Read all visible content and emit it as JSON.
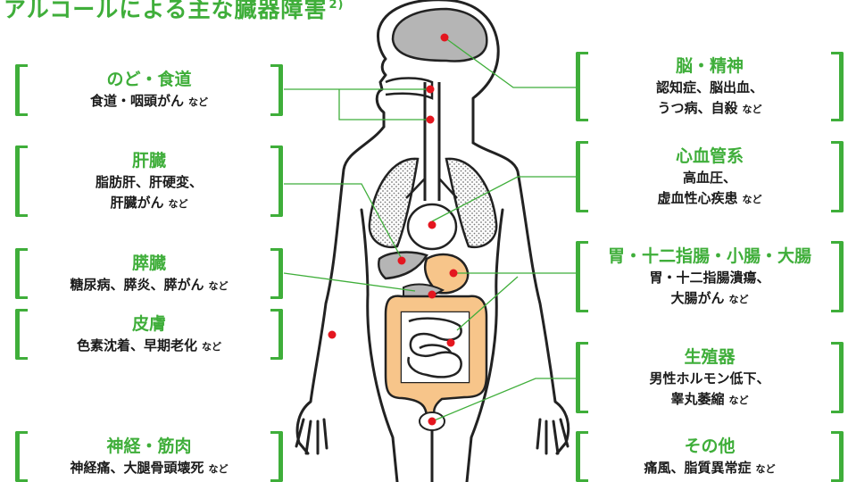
{
  "title": "アルコールによる主な臓器障害",
  "title_ref": "2)",
  "colors": {
    "accent": "#3fae3a",
    "marker": "#e4161f",
    "organ_orange": "#f7c58a",
    "organ_gray": "#b5b5b5",
    "outline": "#222222"
  },
  "left_boxes": [
    {
      "category": "のど・食道",
      "lines": [
        "食道・咽頭がん"
      ],
      "suffix": "など"
    },
    {
      "category": "肝臓",
      "lines": [
        "脂肪肝、肝硬変、",
        "肝臓がん"
      ],
      "suffix": "など"
    },
    {
      "category": "膵臓",
      "lines": [
        "糖尿病、膵炎、膵がん"
      ],
      "suffix": "など"
    },
    {
      "category": "皮膚",
      "lines": [
        "色素沈着、早期老化"
      ],
      "suffix": "など"
    },
    {
      "category": "神経・筋肉",
      "lines": [
        "神経痛、大腿骨頭壊死"
      ],
      "suffix": "など"
    }
  ],
  "right_boxes": [
    {
      "category": "脳・精神",
      "lines": [
        "認知症、脳出血、",
        "うつ病、自殺"
      ],
      "suffix": "など"
    },
    {
      "category": "心血管系",
      "lines": [
        "高血圧、",
        "虚血性心疾患"
      ],
      "suffix": "など"
    },
    {
      "category": "胃・十二指腸・小腸・大腸",
      "lines": [
        "胃・十二指腸潰瘍、",
        "大腸がん"
      ],
      "suffix": "など"
    },
    {
      "category": "生殖器",
      "lines": [
        "男性ホルモン低下、",
        "睾丸萎縮"
      ],
      "suffix": "など"
    },
    {
      "category": "その他",
      "lines": [
        "痛風、脂質異常症"
      ],
      "suffix": "など"
    }
  ]
}
